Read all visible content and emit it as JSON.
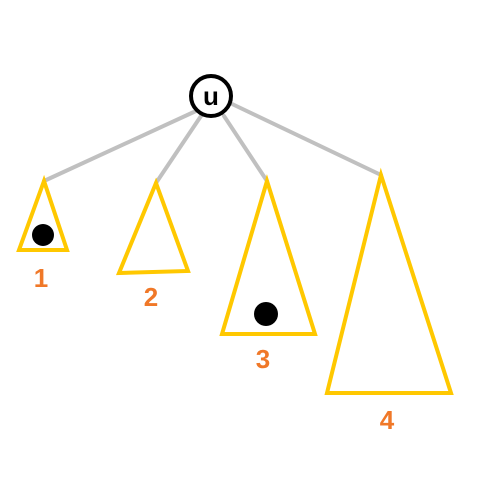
{
  "root": {
    "label": "u"
  },
  "subtrees": [
    {
      "label": "1",
      "marked": true
    },
    {
      "label": "2",
      "marked": false
    },
    {
      "label": "3",
      "marked": true
    },
    {
      "label": "4",
      "marked": false
    }
  ],
  "colors": {
    "edge": "#c0c0c0",
    "subtree_outline": "#ffc800",
    "label": "#f07828",
    "marker": "#000000",
    "root_outline": "#000000",
    "root_text": "#000000"
  }
}
